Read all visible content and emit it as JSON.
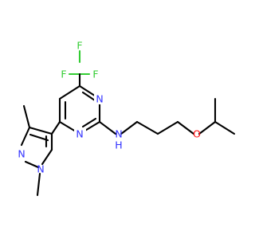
{
  "molecule": {
    "colors": {
      "carbon_bond": "#000000",
      "nitrogen": "#3030ff",
      "oxygen": "#ff0d0d",
      "fluorine": "#33cc33",
      "background": "#ffffff"
    },
    "atom_labels": {
      "f_top": "F",
      "f_left": "F",
      "f_right": "F",
      "n_pyrimidine_upper": "N",
      "n_pyrimidine_lower": "N",
      "nh_amine": "N",
      "h_amine": "H",
      "o_ether": "O",
      "n_pyrazole_upper": "N",
      "n_pyrazole_lower": "N"
    }
  }
}
